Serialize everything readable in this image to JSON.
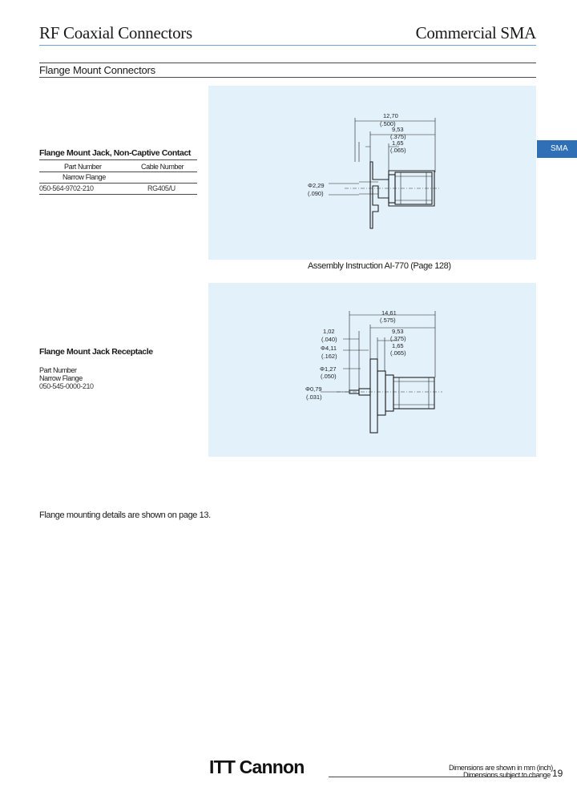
{
  "header": {
    "left_title": "RF Coaxial Connectors",
    "right_title": "Commercial SMA"
  },
  "section": {
    "title": "Flange Mount Connectors"
  },
  "side_tab": {
    "label": "SMA"
  },
  "product1": {
    "title": "Flange Mount Jack, Non-Captive Contact",
    "col_part_number": "Part Number",
    "col_cable_number": "Cable Number",
    "subheader": "Narrow Flange",
    "part_number": "050-564-9702-210",
    "cable_number": "RG405/U",
    "caption": "Assembly Instruction AI-770 (Page 128)",
    "dims": {
      "overall": "12,70",
      "overall_in": "(.500)",
      "body": "9,53",
      "body_in": "(.375)",
      "flange": "1,65",
      "flange_in": "(.065)",
      "bore": "Φ2,29",
      "bore_in": "(.090)"
    }
  },
  "product2": {
    "title": "Flange Mount Jack Receptacle",
    "col_part_number": "Part Number",
    "subheader": "Narrow Flange",
    "part_number": "050-545-0000-210",
    "dims": {
      "overall": "14,61",
      "overall_in": "(.575)",
      "body": "9,53",
      "body_in": "(.375)",
      "flange": "1,65",
      "flange_in": "(.065)",
      "pin_len": "1,02",
      "pin_len_in": "(.040)",
      "d1": "Φ4,11",
      "d1_in": "(.162)",
      "d2": "Φ1,27",
      "d2_in": "(.050)",
      "d3": "Φ0,79",
      "d3_in": "(.031)"
    }
  },
  "footnote": "Flange mounting details are shown on page 13.",
  "footer": {
    "logo": "ITT Cannon",
    "line1": "Dimensions are shown in mm (inch)",
    "line2": "Dimensions subject to change",
    "page_number": "19"
  }
}
